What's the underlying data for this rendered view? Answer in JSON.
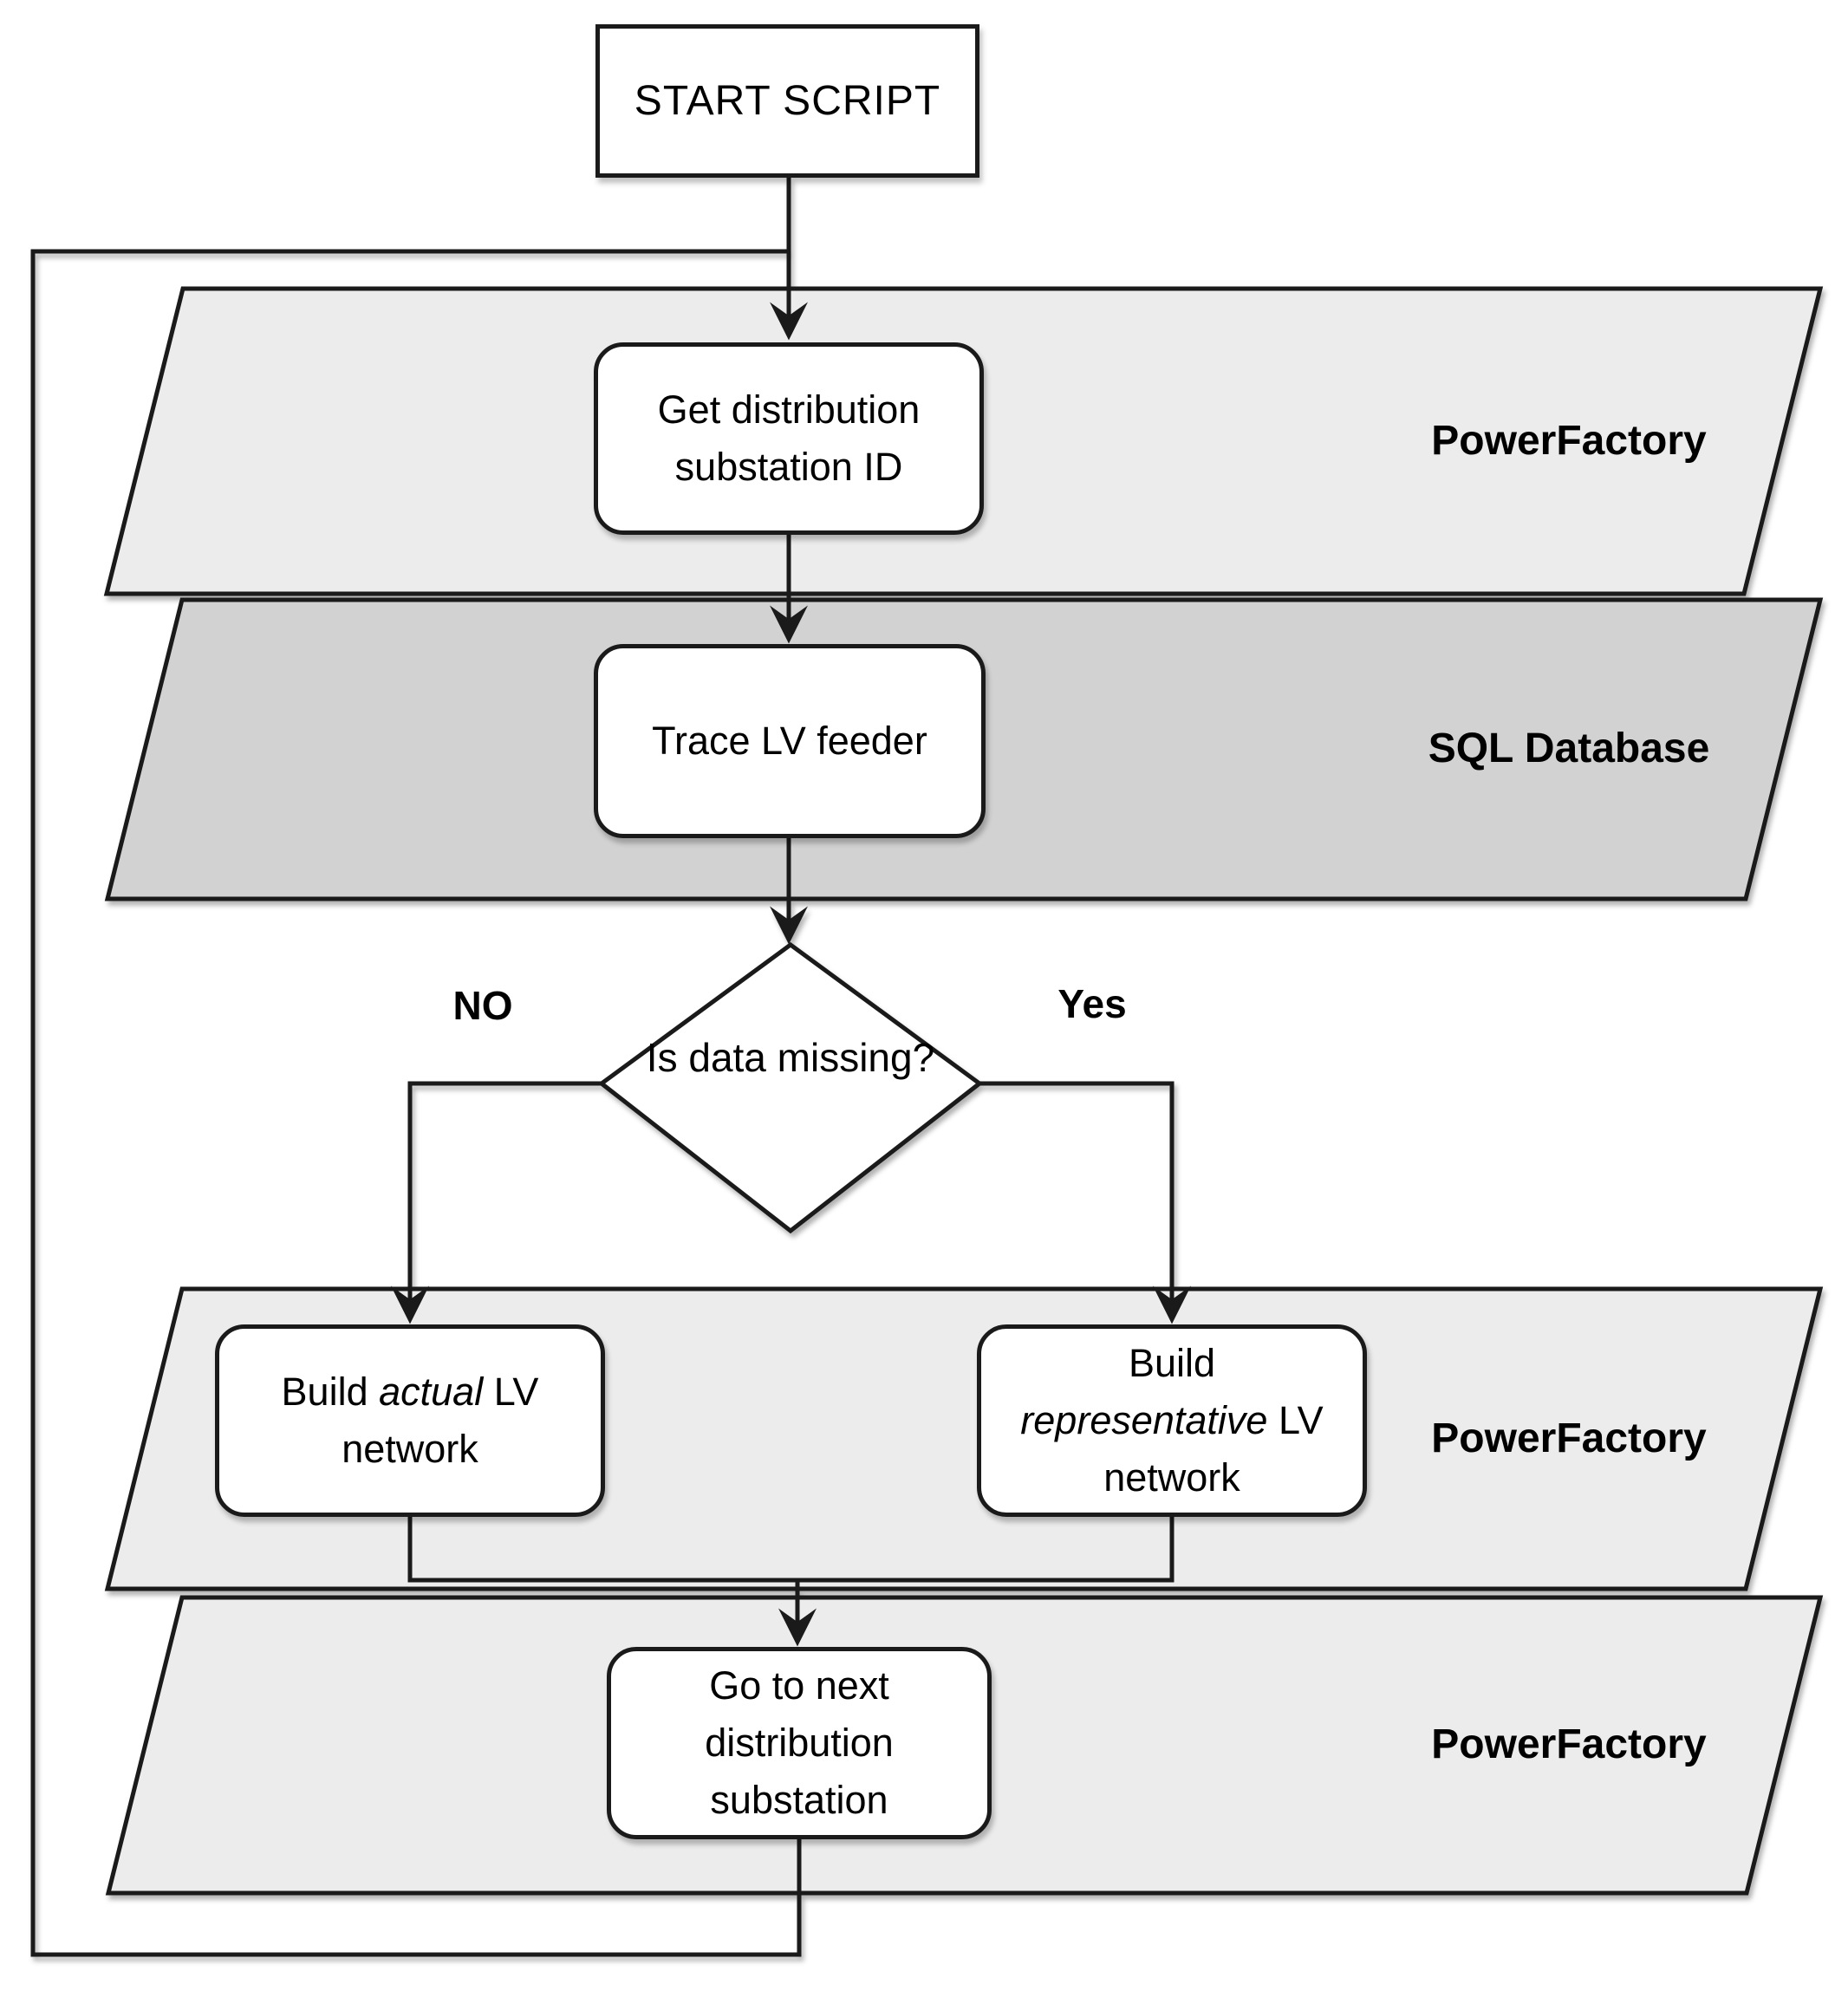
{
  "nodes": {
    "start": {
      "label": "START SCRIPT"
    },
    "get_substation_id": {
      "line1": "Get distribution",
      "line2": "substation ID"
    },
    "trace_lv_feeder": {
      "label": "Trace LV feeder"
    },
    "is_data_missing": {
      "line1": "Is data",
      "line2": "missing?"
    },
    "build_actual_lv": {
      "l1_pre": "Build ",
      "l1_italic": "actual",
      "l1_post": " LV",
      "l2": "network"
    },
    "build_representative_lv": {
      "l1": "Build",
      "l2_italic": "representative",
      "l2_post": " LV",
      "l3": "network"
    },
    "go_to_next_substation": {
      "line1": "Go to next",
      "line2": "distribution",
      "line3": "substation"
    }
  },
  "branch_labels": {
    "no": "NO",
    "yes": "Yes"
  },
  "bands": [
    {
      "label": "PowerFactory",
      "tone": "light"
    },
    {
      "label": "SQL Database",
      "tone": "dark"
    },
    {
      "label": "PowerFactory",
      "tone": "light"
    },
    {
      "label": "PowerFactory",
      "tone": "light"
    }
  ],
  "colors": {
    "band_light": "#ececec",
    "band_dark": "#d2d2d2",
    "stroke": "#1a1a1a",
    "node_fill": "#ffffff",
    "text": "#000000"
  }
}
